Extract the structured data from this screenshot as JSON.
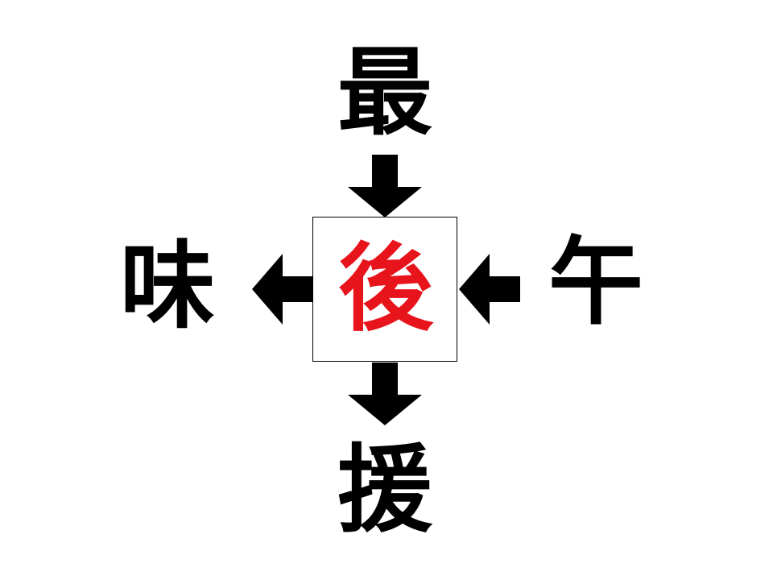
{
  "puzzle": {
    "top_char": "最",
    "left_char": "味",
    "right_char": "午",
    "bottom_char": "援",
    "center_char": "後",
    "center_color": "#e8141c",
    "text_color": "#000000",
    "arrow_color": "#000000"
  }
}
